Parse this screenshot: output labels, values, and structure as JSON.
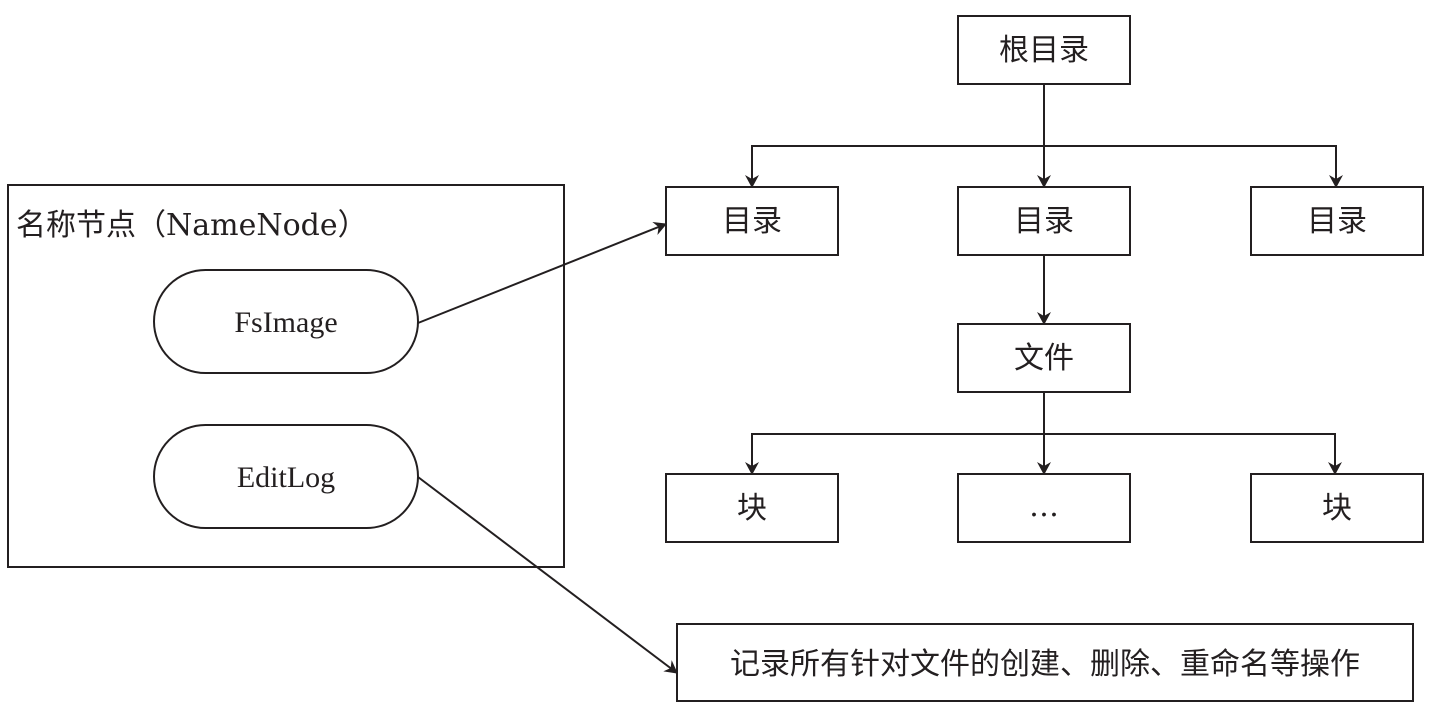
{
  "namenode": {
    "title": "名称节点（NameNode）",
    "fsimage": "FsImage",
    "editlog": "EditLog"
  },
  "tree": {
    "root": "根目录",
    "dirs": [
      "目录",
      "目录",
      "目录"
    ],
    "file": "文件",
    "blocks": [
      "块",
      "…",
      "块"
    ]
  },
  "editlog_note": "记录所有针对文件的创建、删除、重命名等操作",
  "colors": {
    "stroke": "#231f20",
    "background": "#ffffff"
  }
}
